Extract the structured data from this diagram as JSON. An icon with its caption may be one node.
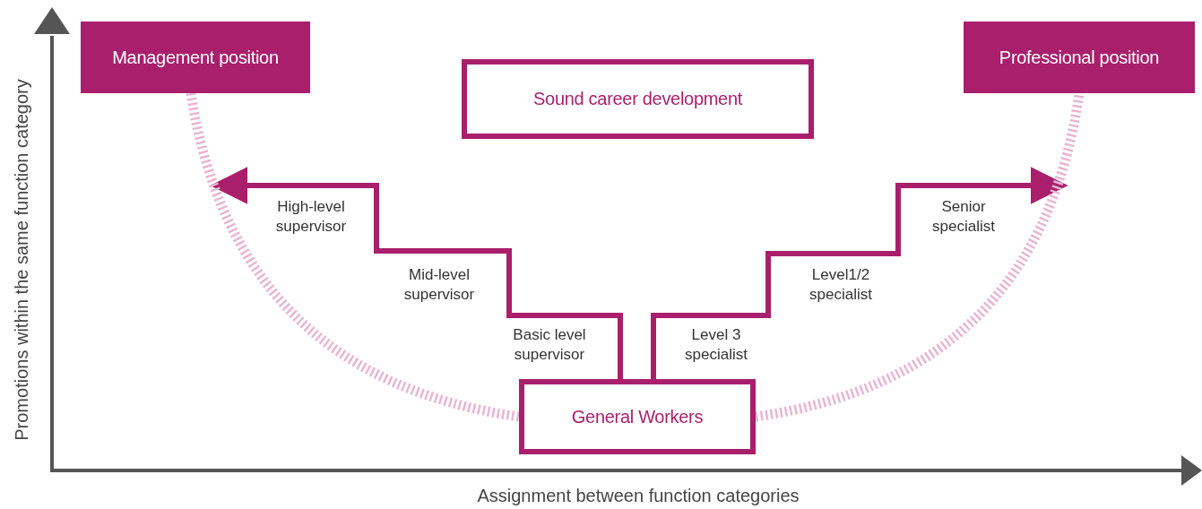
{
  "diagram": {
    "nodes": [
      {
        "text": [
          "Management position"
        ]
      },
      {
        "text": [
          "Sound career development"
        ]
      },
      {
        "text": [
          "Professional position"
        ]
      },
      {
        "text": [
          "General Workers"
        ]
      }
    ],
    "edges": [
      {
        "from": 3,
        "to": null,
        "arrow": "to"
      },
      {
        "from": 3,
        "to": null,
        "arrow": "to"
      },
      {
        "from": 3,
        "to": 0,
        "arrow": "none",
        "style": "dashed",
        "color": "#e8b6d3"
      },
      {
        "from": 3,
        "to": 2,
        "arrow": "none",
        "style": "dashed",
        "color": "#e8b6d3"
      }
    ],
    "labels": [
      "Promotions within the same function category",
      "High-level supervisor",
      "Mid-level supervisor",
      "Basic level supervisor",
      "Level 3 specialist",
      "Level1/2 specialist",
      "Senior specialist",
      "Assignment between function categories"
    ]
  }
}
